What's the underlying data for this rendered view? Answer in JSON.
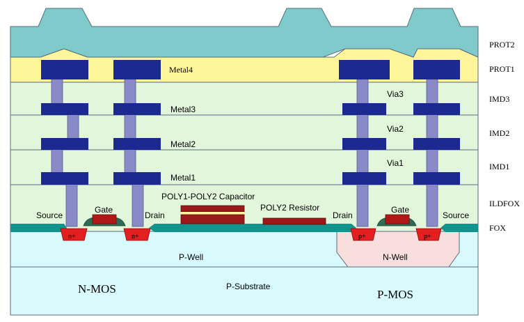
{
  "layers": {
    "prot2": "PROT2",
    "prot1": "PROT1",
    "imd3": "IMD3",
    "imd2": "IMD2",
    "imd1": "IMD1",
    "ildfox": "ILDFOX",
    "fox": "FOX"
  },
  "metals": {
    "metal4": "Metal4",
    "metal3": "Metal3",
    "metal2": "Metal2",
    "metal1": "Metal1"
  },
  "vias": {
    "via3": "Via3",
    "via2": "Via2",
    "via1": "Via1"
  },
  "nmos": {
    "source": "Source",
    "gate": "Gate",
    "drain": "Drain",
    "nplus": "n+",
    "title": "N-MOS",
    "well": "P-Well"
  },
  "pmos": {
    "drain": "Drain",
    "gate": "Gate",
    "source": "Source",
    "pplus": "p+",
    "title": "P-MOS",
    "well": "N-Well"
  },
  "components": {
    "capacitor": "POLY1-POLY2 Capacitor",
    "resistor": "POLY2 Resistor"
  },
  "substrate": "P-Substrate",
  "colors": {
    "prot2": "#7fcaca",
    "prot1": "#fff59a",
    "imd": "#e2f6dc",
    "substrate": "#d8fafd",
    "nwell": "#f9dede",
    "metal": "#1c2990",
    "via": "#8a8ac8",
    "fox": "#12938d",
    "diffusion": "#e31f1f",
    "poly": "#9a1a1a"
  }
}
